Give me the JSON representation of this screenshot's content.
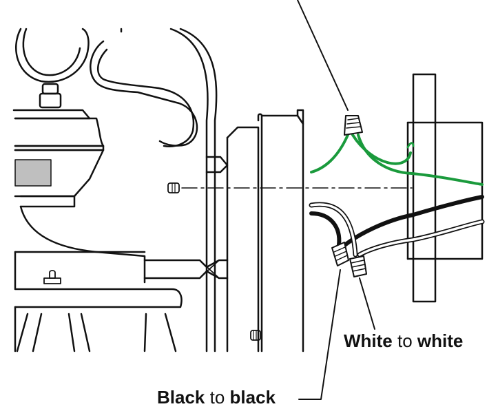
{
  "labels": {
    "white": {
      "first": "White",
      "mid": "to",
      "last": "white"
    },
    "black": {
      "first": "Black",
      "mid": "to",
      "last": "black"
    }
  },
  "colors": {
    "ground_wire": "#1a9a3c",
    "hot_wire": "#111111",
    "neutral_wire": "#ffffff",
    "line": "#111111",
    "lamp_panel": "#bfbfbf"
  }
}
